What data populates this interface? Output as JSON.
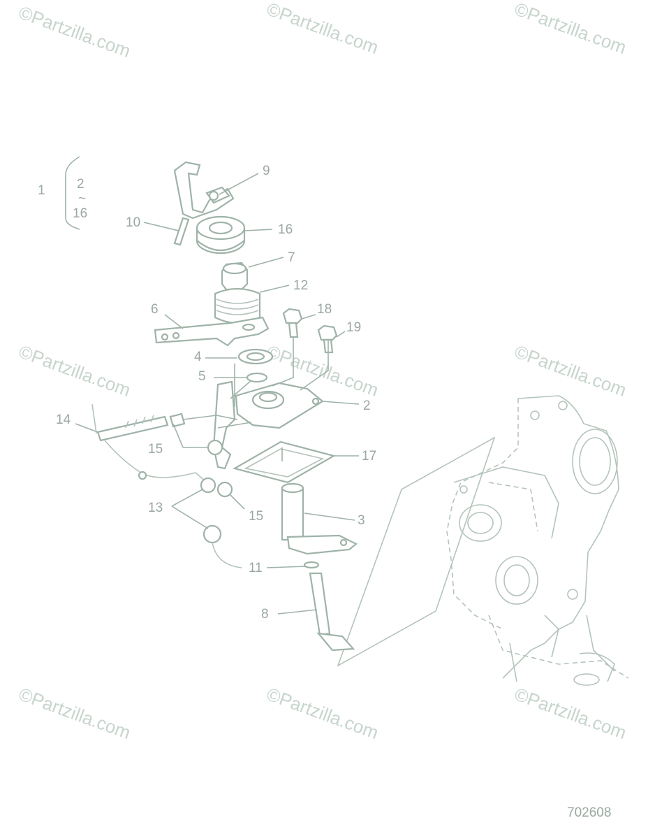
{
  "watermark": "©Partzilla.com",
  "diagram_code": "702608",
  "bracket": {
    "parent": "1",
    "top": "2",
    "tilde": "~",
    "bottom": "16"
  },
  "callouts": {
    "c9": "9",
    "c10": "10",
    "c16": "16",
    "c7": "7",
    "c12": "12",
    "c6": "6",
    "c18": "18",
    "c19": "19",
    "c4": "4",
    "c5": "5",
    "c2": "2",
    "c14": "14",
    "c15a": "15",
    "c17": "17",
    "c13": "13",
    "c15b": "15",
    "c3": "3",
    "c11": "11",
    "c8": "8"
  }
}
